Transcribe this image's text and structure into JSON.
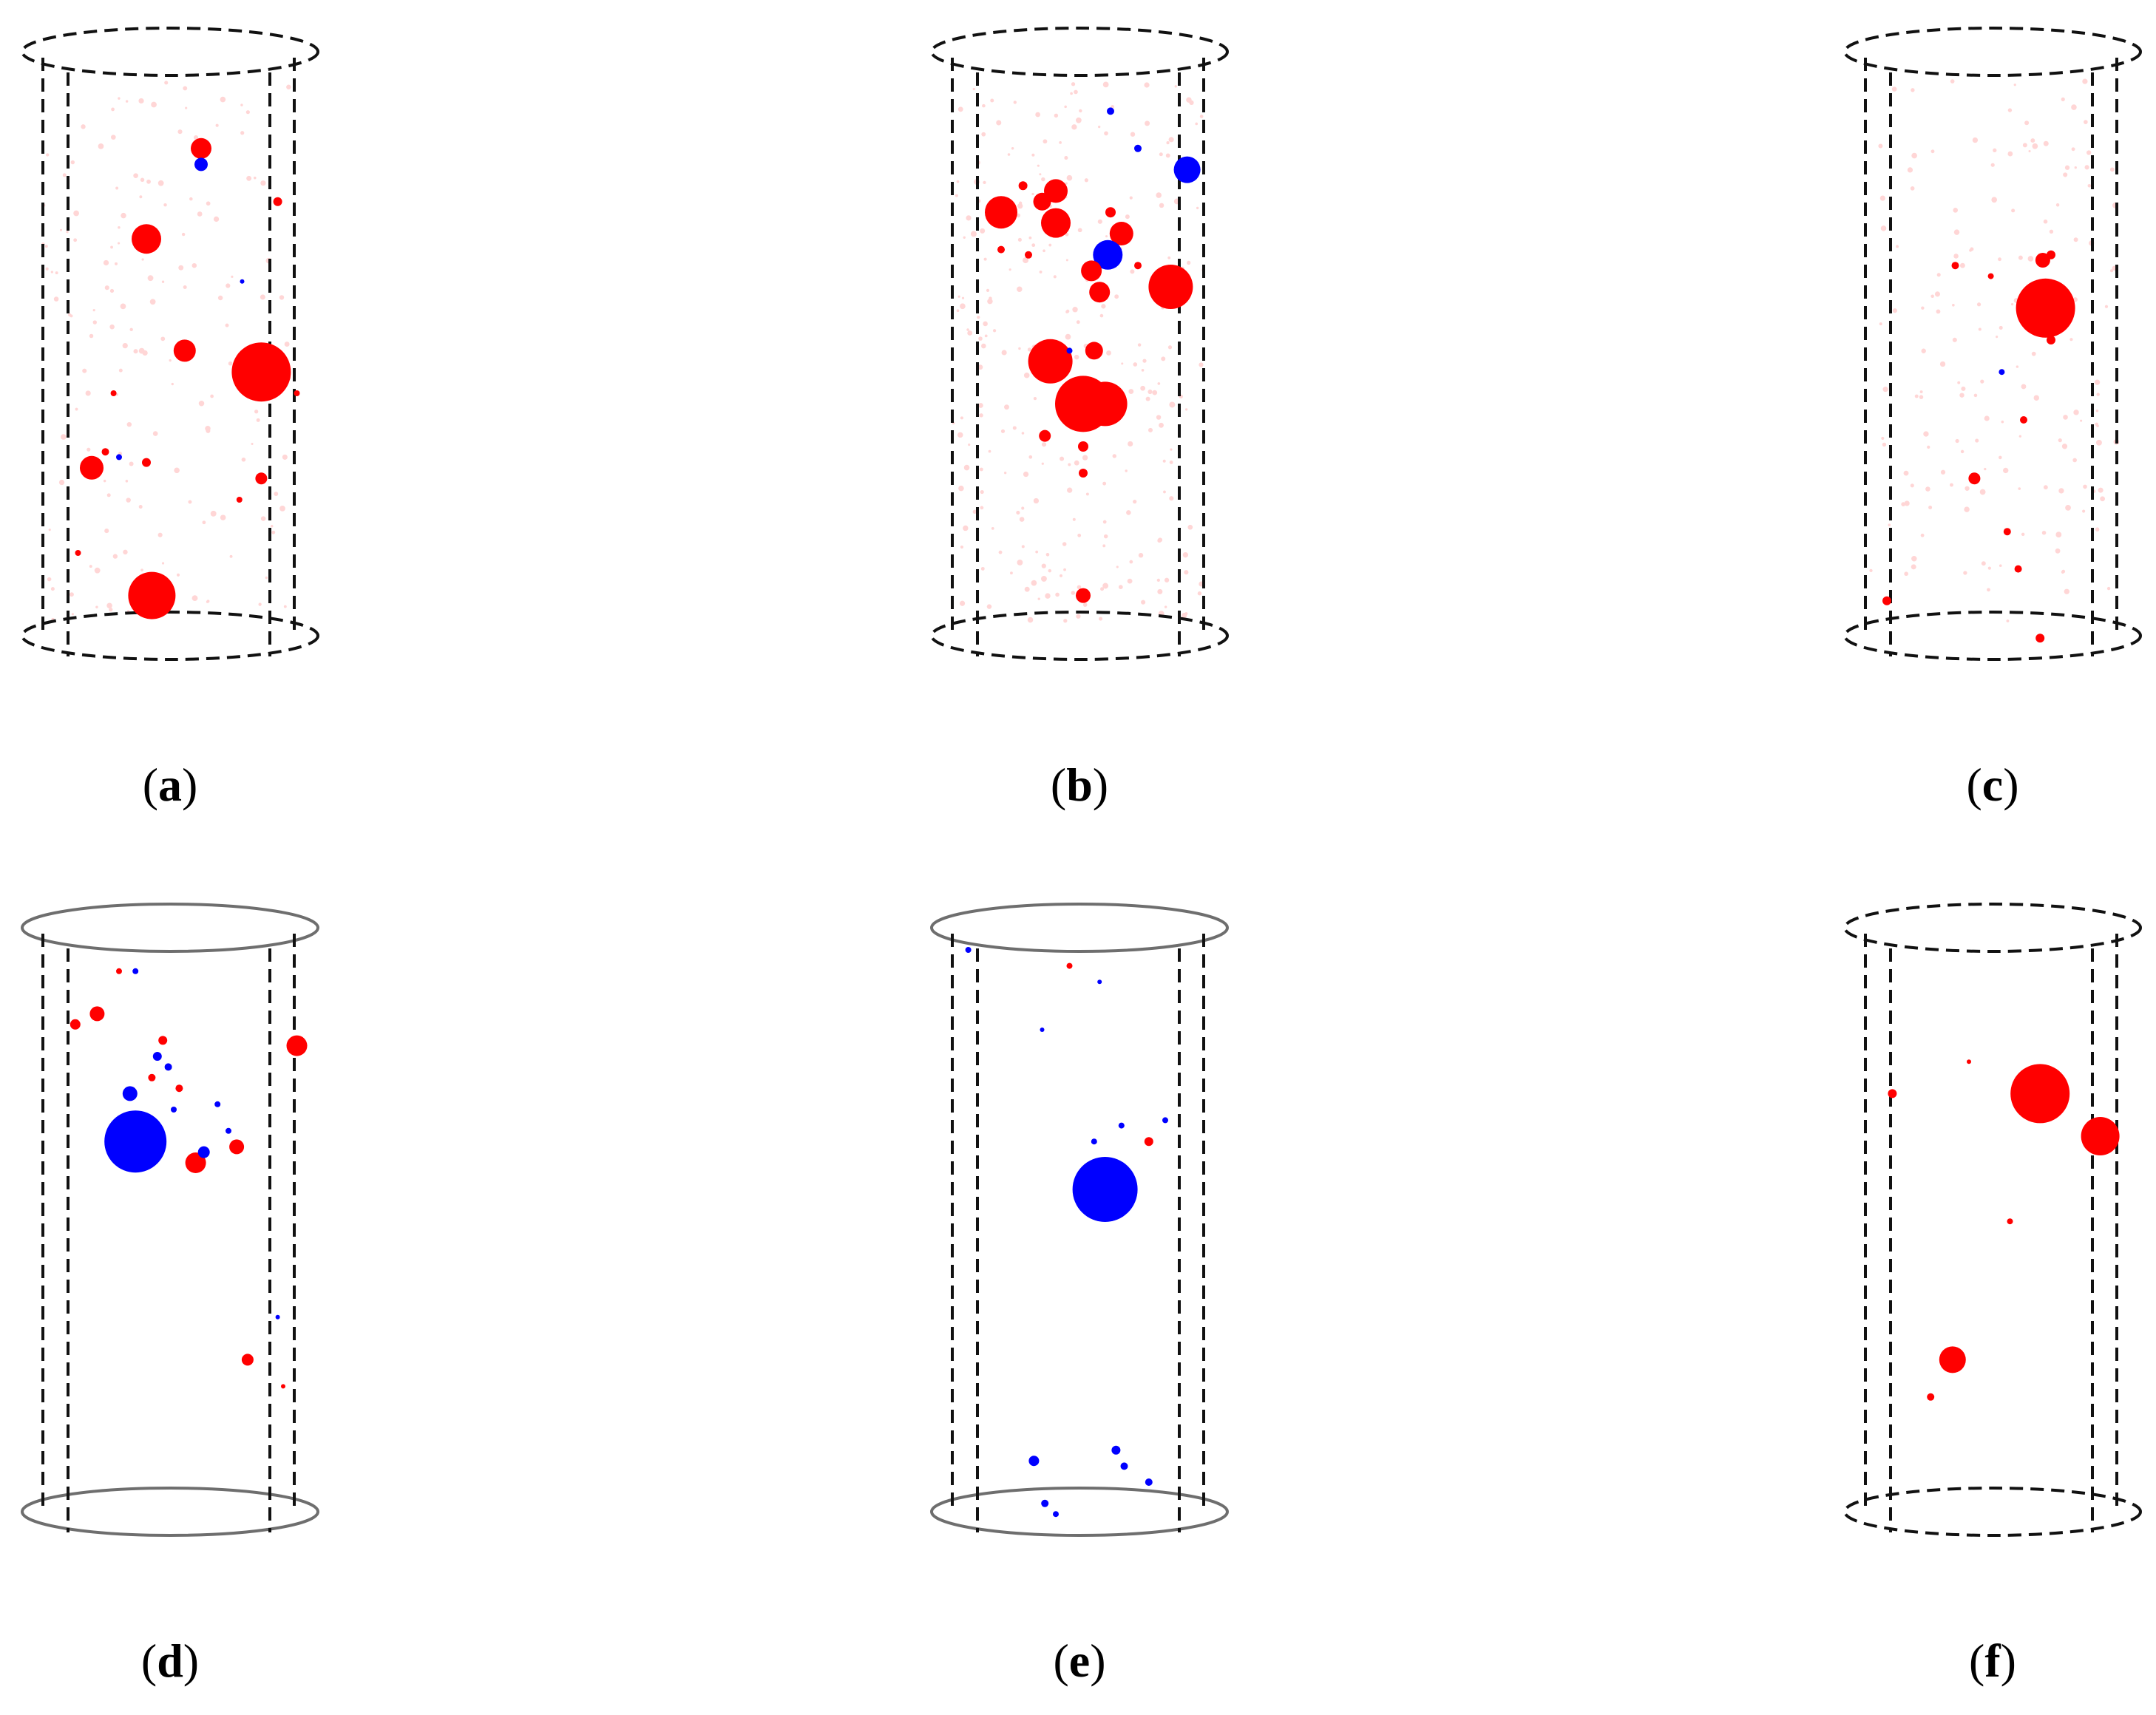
{
  "figure": {
    "colors": {
      "outline": "#111111",
      "outline_solid": "#6e6e6e",
      "positive": "#ff0000",
      "negative": "#0000ff",
      "faint": "#ffd6d6"
    },
    "panels": [
      {
        "id": "a",
        "label": "a",
        "outline": "dashed",
        "points": [
          {
            "x": 0.6,
            "y": 0.14,
            "r": 14,
            "c": "positive"
          },
          {
            "x": 0.6,
            "y": 0.17,
            "r": 9,
            "c": "negative"
          },
          {
            "x": 0.4,
            "y": 0.31,
            "r": 20,
            "c": "positive"
          },
          {
            "x": 0.54,
            "y": 0.52,
            "r": 15,
            "c": "positive"
          },
          {
            "x": 0.82,
            "y": 0.56,
            "r": 40,
            "c": "positive"
          },
          {
            "x": 0.2,
            "y": 0.74,
            "r": 16,
            "c": "positive"
          },
          {
            "x": 0.42,
            "y": 0.98,
            "r": 32,
            "c": "positive"
          },
          {
            "x": 0.82,
            "y": 0.76,
            "r": 8,
            "c": "positive"
          },
          {
            "x": 0.88,
            "y": 0.24,
            "r": 6,
            "c": "positive"
          },
          {
            "x": 0.25,
            "y": 0.71,
            "r": 5,
            "c": "positive"
          },
          {
            "x": 0.4,
            "y": 0.73,
            "r": 6,
            "c": "positive"
          },
          {
            "x": 0.3,
            "y": 0.72,
            "r": 4,
            "c": "negative"
          },
          {
            "x": 0.75,
            "y": 0.39,
            "r": 3,
            "c": "negative"
          },
          {
            "x": 0.28,
            "y": 0.6,
            "r": 4,
            "c": "positive"
          },
          {
            "x": 0.74,
            "y": 0.8,
            "r": 4,
            "c": "positive"
          },
          {
            "x": 0.95,
            "y": 0.6,
            "r": 4,
            "c": "positive"
          },
          {
            "x": 0.15,
            "y": 0.9,
            "r": 4,
            "c": "positive"
          }
        ]
      },
      {
        "id": "b",
        "label": "b",
        "outline": "dashed",
        "points": [
          {
            "x": 0.2,
            "y": 0.26,
            "r": 22,
            "c": "positive"
          },
          {
            "x": 0.4,
            "y": 0.22,
            "r": 16,
            "c": "positive"
          },
          {
            "x": 0.35,
            "y": 0.24,
            "r": 12,
            "c": "positive"
          },
          {
            "x": 0.4,
            "y": 0.28,
            "r": 20,
            "c": "positive"
          },
          {
            "x": 0.64,
            "y": 0.3,
            "r": 16,
            "c": "positive"
          },
          {
            "x": 0.59,
            "y": 0.34,
            "r": 20,
            "c": "negative"
          },
          {
            "x": 0.88,
            "y": 0.18,
            "r": 18,
            "c": "negative"
          },
          {
            "x": 0.82,
            "y": 0.4,
            "r": 30,
            "c": "positive"
          },
          {
            "x": 0.53,
            "y": 0.37,
            "r": 14,
            "c": "positive"
          },
          {
            "x": 0.56,
            "y": 0.41,
            "r": 14,
            "c": "positive"
          },
          {
            "x": 0.38,
            "y": 0.54,
            "r": 30,
            "c": "positive"
          },
          {
            "x": 0.5,
            "y": 0.62,
            "r": 38,
            "c": "positive"
          },
          {
            "x": 0.58,
            "y": 0.62,
            "r": 30,
            "c": "positive"
          },
          {
            "x": 0.54,
            "y": 0.52,
            "r": 12,
            "c": "positive"
          },
          {
            "x": 0.36,
            "y": 0.68,
            "r": 8,
            "c": "positive"
          },
          {
            "x": 0.5,
            "y": 0.7,
            "r": 7,
            "c": "positive"
          },
          {
            "x": 0.5,
            "y": 0.75,
            "r": 6,
            "c": "positive"
          },
          {
            "x": 0.5,
            "y": 0.98,
            "r": 10,
            "c": "positive"
          },
          {
            "x": 0.6,
            "y": 0.07,
            "r": 5,
            "c": "negative"
          },
          {
            "x": 0.7,
            "y": 0.14,
            "r": 5,
            "c": "negative"
          },
          {
            "x": 0.28,
            "y": 0.21,
            "r": 6,
            "c": "positive"
          },
          {
            "x": 0.2,
            "y": 0.33,
            "r": 5,
            "c": "positive"
          },
          {
            "x": 0.3,
            "y": 0.34,
            "r": 5,
            "c": "positive"
          },
          {
            "x": 0.45,
            "y": 0.52,
            "r": 4,
            "c": "negative"
          },
          {
            "x": 0.6,
            "y": 0.26,
            "r": 7,
            "c": "positive"
          },
          {
            "x": 0.7,
            "y": 0.36,
            "r": 5,
            "c": "positive"
          }
        ]
      },
      {
        "id": "c",
        "label": "c",
        "outline": "dashed",
        "points": [
          {
            "x": 0.68,
            "y": 0.44,
            "r": 40,
            "c": "positive"
          },
          {
            "x": 0.67,
            "y": 0.35,
            "r": 10,
            "c": "positive"
          },
          {
            "x": 0.7,
            "y": 0.34,
            "r": 6,
            "c": "positive"
          },
          {
            "x": 0.7,
            "y": 0.5,
            "r": 6,
            "c": "positive"
          },
          {
            "x": 0.42,
            "y": 0.76,
            "r": 8,
            "c": "positive"
          },
          {
            "x": 0.6,
            "y": 0.65,
            "r": 5,
            "c": "positive"
          },
          {
            "x": 0.54,
            "y": 0.86,
            "r": 5,
            "c": "positive"
          },
          {
            "x": 0.58,
            "y": 0.93,
            "r": 5,
            "c": "positive"
          },
          {
            "x": 0.66,
            "y": 1.06,
            "r": 6,
            "c": "positive"
          },
          {
            "x": 0.1,
            "y": 0.99,
            "r": 6,
            "c": "positive"
          },
          {
            "x": 0.35,
            "y": 0.36,
            "r": 5,
            "c": "positive"
          },
          {
            "x": 0.52,
            "y": 0.56,
            "r": 4,
            "c": "negative"
          },
          {
            "x": 0.48,
            "y": 0.38,
            "r": 4,
            "c": "positive"
          }
        ]
      },
      {
        "id": "d",
        "label": "d",
        "outline": "solid",
        "points": [
          {
            "x": 0.36,
            "y": 0.36,
            "r": 42,
            "c": "negative"
          },
          {
            "x": 0.34,
            "y": 0.27,
            "r": 10,
            "c": "negative"
          },
          {
            "x": 0.58,
            "y": 0.4,
            "r": 14,
            "c": "positive"
          },
          {
            "x": 0.61,
            "y": 0.38,
            "r": 8,
            "c": "negative"
          },
          {
            "x": 0.73,
            "y": 0.37,
            "r": 10,
            "c": "positive"
          },
          {
            "x": 0.95,
            "y": 0.18,
            "r": 14,
            "c": "positive"
          },
          {
            "x": 0.22,
            "y": 0.12,
            "r": 10,
            "c": "positive"
          },
          {
            "x": 0.14,
            "y": 0.14,
            "r": 7,
            "c": "positive"
          },
          {
            "x": 0.77,
            "y": 0.77,
            "r": 8,
            "c": "positive"
          },
          {
            "x": 0.44,
            "y": 0.2,
            "r": 6,
            "c": "negative"
          },
          {
            "x": 0.42,
            "y": 0.24,
            "r": 5,
            "c": "positive"
          },
          {
            "x": 0.48,
            "y": 0.22,
            "r": 5,
            "c": "negative"
          },
          {
            "x": 0.52,
            "y": 0.26,
            "r": 5,
            "c": "positive"
          },
          {
            "x": 0.5,
            "y": 0.3,
            "r": 4,
            "c": "negative"
          },
          {
            "x": 0.66,
            "y": 0.29,
            "r": 4,
            "c": "negative"
          },
          {
            "x": 0.7,
            "y": 0.34,
            "r": 4,
            "c": "negative"
          },
          {
            "x": 0.46,
            "y": 0.17,
            "r": 6,
            "c": "positive"
          },
          {
            "x": 0.3,
            "y": 0.04,
            "r": 4,
            "c": "positive"
          },
          {
            "x": 0.36,
            "y": 0.04,
            "r": 4,
            "c": "negative"
          },
          {
            "x": 0.88,
            "y": 0.69,
            "r": 3,
            "c": "negative"
          },
          {
            "x": 0.9,
            "y": 0.82,
            "r": 3,
            "c": "positive"
          }
        ]
      },
      {
        "id": "e",
        "label": "e",
        "outline": "solid",
        "points": [
          {
            "x": 0.58,
            "y": 0.45,
            "r": 44,
            "c": "negative"
          },
          {
            "x": 0.32,
            "y": 0.96,
            "r": 7,
            "c": "negative"
          },
          {
            "x": 0.62,
            "y": 0.94,
            "r": 6,
            "c": "negative"
          },
          {
            "x": 0.65,
            "y": 0.97,
            "r": 5,
            "c": "negative"
          },
          {
            "x": 0.74,
            "y": 1.0,
            "r": 5,
            "c": "negative"
          },
          {
            "x": 0.36,
            "y": 1.04,
            "r": 5,
            "c": "negative"
          },
          {
            "x": 0.4,
            "y": 1.06,
            "r": 4,
            "c": "negative"
          },
          {
            "x": 0.74,
            "y": 0.36,
            "r": 6,
            "c": "positive"
          },
          {
            "x": 0.8,
            "y": 0.32,
            "r": 4,
            "c": "negative"
          },
          {
            "x": 0.45,
            "y": 0.03,
            "r": 4,
            "c": "positive"
          },
          {
            "x": 0.08,
            "y": 0.0,
            "r": 4,
            "c": "negative"
          },
          {
            "x": 0.35,
            "y": 0.15,
            "r": 3,
            "c": "negative"
          },
          {
            "x": 0.64,
            "y": 0.33,
            "r": 4,
            "c": "negative"
          },
          {
            "x": 0.54,
            "y": 0.36,
            "r": 4,
            "c": "negative"
          },
          {
            "x": 0.56,
            "y": 0.06,
            "r": 3,
            "c": "negative"
          }
        ]
      },
      {
        "id": "f",
        "label": "f",
        "outline": "dashed",
        "points": [
          {
            "x": 0.66,
            "y": 0.27,
            "r": 40,
            "c": "positive"
          },
          {
            "x": 0.88,
            "y": 0.35,
            "r": 26,
            "c": "positive"
          },
          {
            "x": 0.34,
            "y": 0.77,
            "r": 18,
            "c": "positive"
          },
          {
            "x": 0.12,
            "y": 0.27,
            "r": 6,
            "c": "positive"
          },
          {
            "x": 0.26,
            "y": 0.84,
            "r": 5,
            "c": "positive"
          },
          {
            "x": 0.55,
            "y": 0.51,
            "r": 4,
            "c": "positive"
          },
          {
            "x": 0.4,
            "y": 0.21,
            "r": 3,
            "c": "positive"
          }
        ]
      }
    ]
  }
}
